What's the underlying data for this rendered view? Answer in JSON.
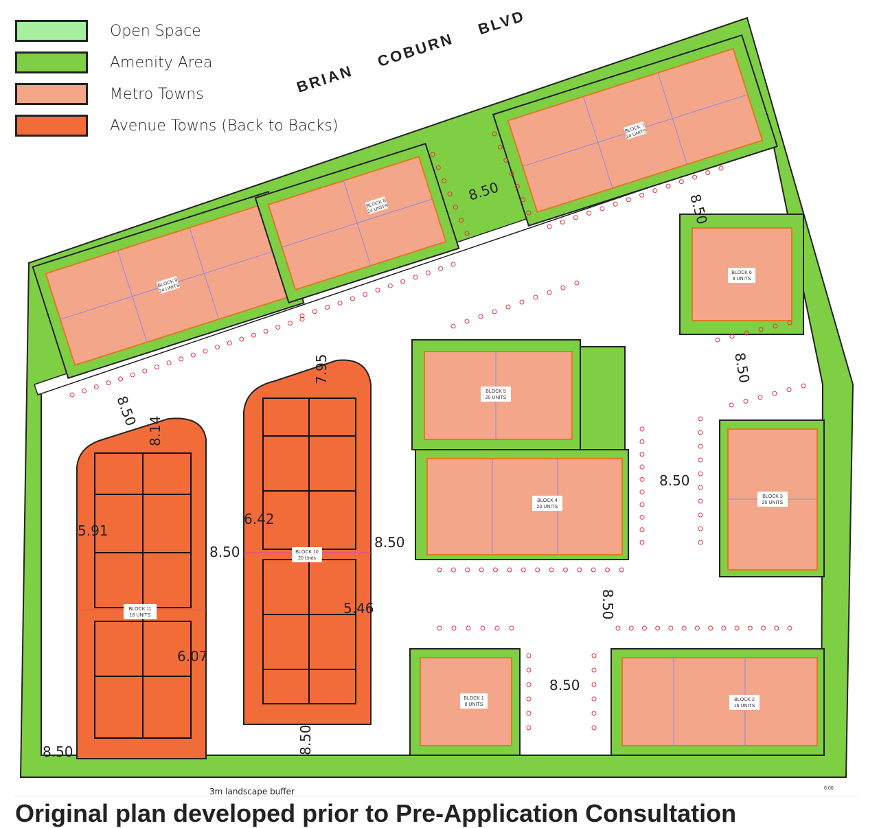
{
  "legend": [
    {
      "label": "Open Space",
      "color": "#a6eea0"
    },
    {
      "label": "Amenity Area",
      "color": "#7fcf44"
    },
    {
      "label": "Metro Towns",
      "color": "#f4a68a"
    },
    {
      "label": "Avenue Towns (Back to Backs)",
      "color": "#f26c3a"
    }
  ],
  "street_name": "BRIAN COBURN BLVD",
  "blocks": [
    {
      "name": "BLOCK 1",
      "units": "8 UNITS"
    },
    {
      "name": "BLOCK 2",
      "units": "16 UNITS"
    },
    {
      "name": "BLOCK 3",
      "units": "20 UNITS"
    },
    {
      "name": "BLOCK 4",
      "units": "20 UNITS"
    },
    {
      "name": "BLOCK 5",
      "units": "20 UNITS"
    },
    {
      "name": "BLOCK 6",
      "units": "8 UNITS"
    },
    {
      "name": "BLOCK 7",
      "units": "24 UNITS"
    },
    {
      "name": "BLOCK 8",
      "units": "24 UNITS"
    },
    {
      "name": "BLOCK 9",
      "units": "24 UNITS"
    },
    {
      "name": "BLOCK 10",
      "units": "20 Units"
    },
    {
      "name": "BLOCK 11",
      "units": "18 UNITS"
    }
  ],
  "dimensions": {
    "drive_aisle": "8.50",
    "block11_top": "8.14",
    "block10_top": "7.95",
    "block11_side": "5.91",
    "block10_side": "6.42",
    "block10_lower": "5.46",
    "block11_lower": "6.07",
    "setback": "6.00"
  },
  "landscape_buffer": "3m landscape buffer",
  "caption": "Original plan developed prior to Pre-Application Consultation",
  "colors": {
    "open_space": "#a6eea0",
    "amenity": "#7fcf44",
    "metro": "#f4a68a",
    "avenue": "#f26c3a",
    "parking_dot": "#e0303a"
  }
}
